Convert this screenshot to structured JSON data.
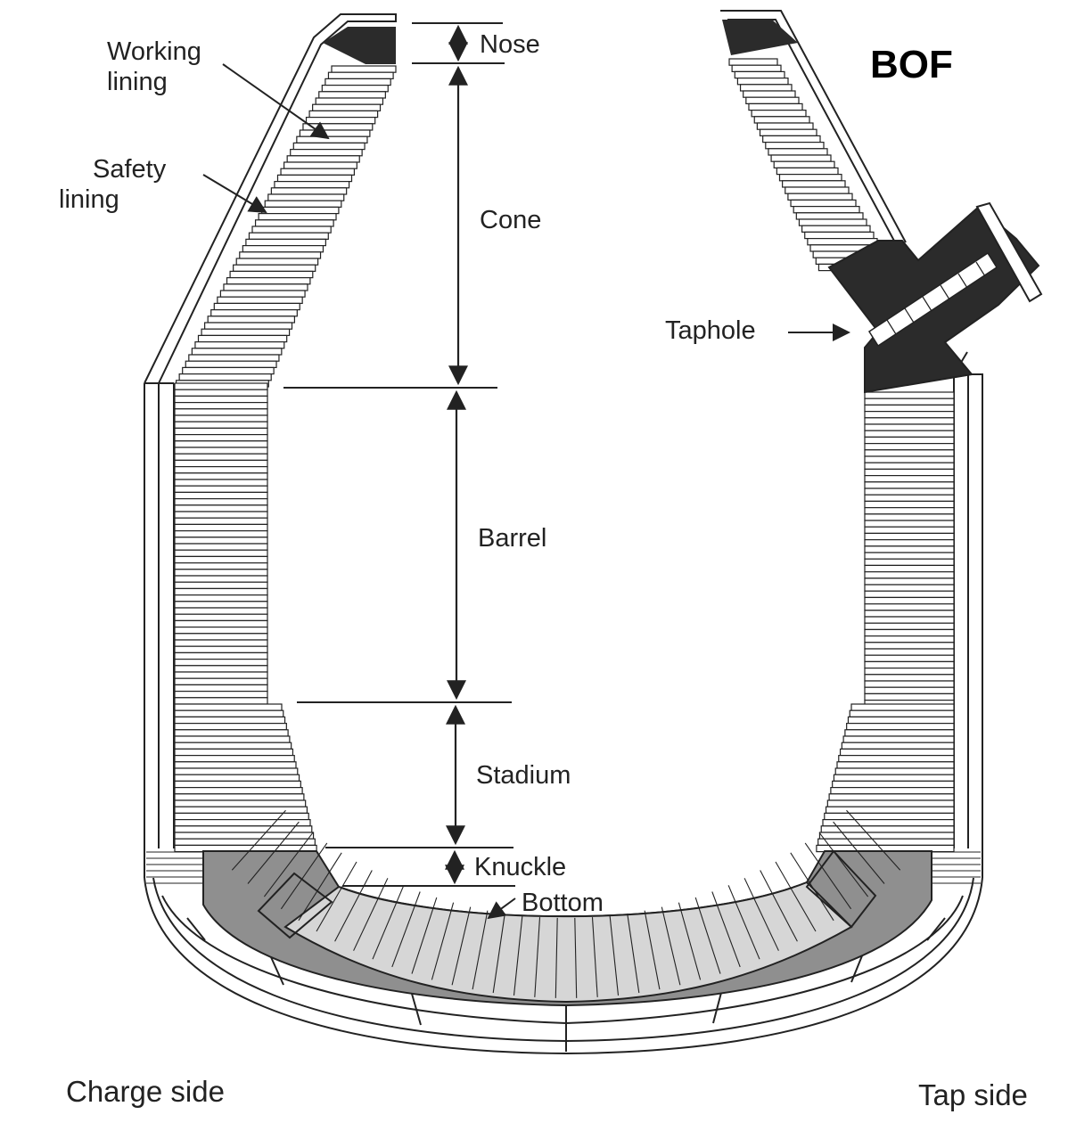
{
  "title": "BOF",
  "labels": {
    "working_lining": [
      "Working",
      "lining"
    ],
    "safety_lining": [
      "Safety",
      "lining"
    ],
    "nose": "Nose",
    "cone": "Cone",
    "barrel": "Barrel",
    "stadium": "Stadium",
    "knuckle": "Knuckle",
    "bottom": "Bottom",
    "taphole": "Taphole",
    "charge_side": "Charge side",
    "tap_side": "Tap side"
  },
  "colors": {
    "line": "#222222",
    "dark_refractory": "#2b2b2b",
    "grey_refractory": "#8f8f8f",
    "light_refractory": "#d6d6d6",
    "background": "#ffffff"
  }
}
